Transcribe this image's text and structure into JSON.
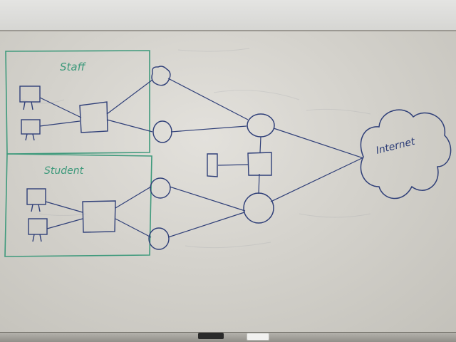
{
  "labels": {
    "staff": "Staff",
    "student": "Student",
    "internet": "Internet"
  },
  "colors": {
    "green_marker": "#3f9a7c",
    "blue_marker": "#2f3f78",
    "board": "#d6d4ce"
  }
}
